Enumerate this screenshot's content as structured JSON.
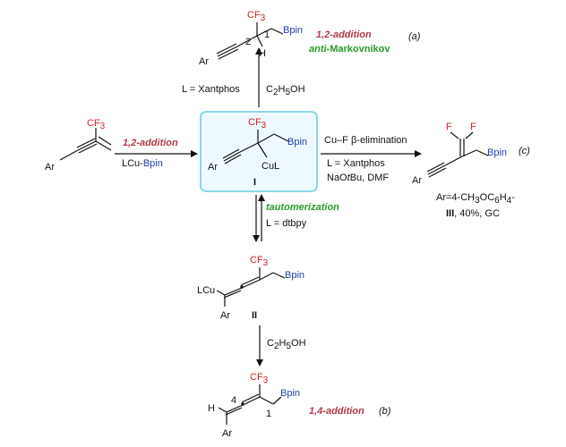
{
  "atoms": {
    "cf3": "CF",
    "cf3_sub": "3",
    "bpin": "Bpin",
    "ar": "Ar",
    "h": "H",
    "lcu": "LCu",
    "cul": "CuL",
    "f": "F",
    "num1": "1",
    "num2": "2",
    "num4": "4"
  },
  "labels": {
    "intermediate_I": "I",
    "intermediate_II": "II",
    "product_III": "III",
    "product_III_yield": ", 40%, GC"
  },
  "conditions": {
    "initial_title": "1,2-addition",
    "initial_reagent_prefix": "LCu-",
    "initial_reagent_bpin": "Bpin",
    "up_ligand": "L = Xantphos",
    "up_solvent_prefix": "C",
    "up_solvent_sub1": "2",
    "up_solvent_mid": "H",
    "up_solvent_sub2": "5",
    "up_solvent_suffix": "OH",
    "right_title_pre": "Cu–F ",
    "right_title_beta": "β",
    "right_title_post": "-elimination",
    "right_ligand": "L = Xantphos",
    "right_base_pre": "NaO",
    "right_base_ital": "t",
    "right_base_post": "Bu, DMF",
    "down_title": "tautomerization",
    "down_ligand": "L = dtbpy",
    "bottom_solvent_prefix": "C",
    "bottom_solvent_sub1": "2",
    "bottom_solvent_mid": "H",
    "bottom_solvent_sub2": "5",
    "bottom_solvent_suffix": "OH"
  },
  "annotations": {
    "a_title": "1,2-addition",
    "a_anti_ital": "anti-",
    "a_anti_rest": "Markovnikov",
    "a_tag": "(a)",
    "b_title": "1,4-addition",
    "b_tag": "(b)",
    "c_tag": "(c)",
    "ar_def_pre": "Ar=4-CH",
    "ar_def_sub1": "3",
    "ar_def_mid": "OC",
    "ar_def_sub2": "6",
    "ar_def_mid2": "H",
    "ar_def_sub3": "4",
    "ar_def_post": "-"
  },
  "colors": {
    "cf3": "#d6202a",
    "bpin": "#1f3ea8",
    "reaction_type": "#b03a48",
    "markovnikov_green": "#2a9a2a",
    "highlight_box": "#7fd3e8",
    "highlight_fill": "#eefaff"
  }
}
